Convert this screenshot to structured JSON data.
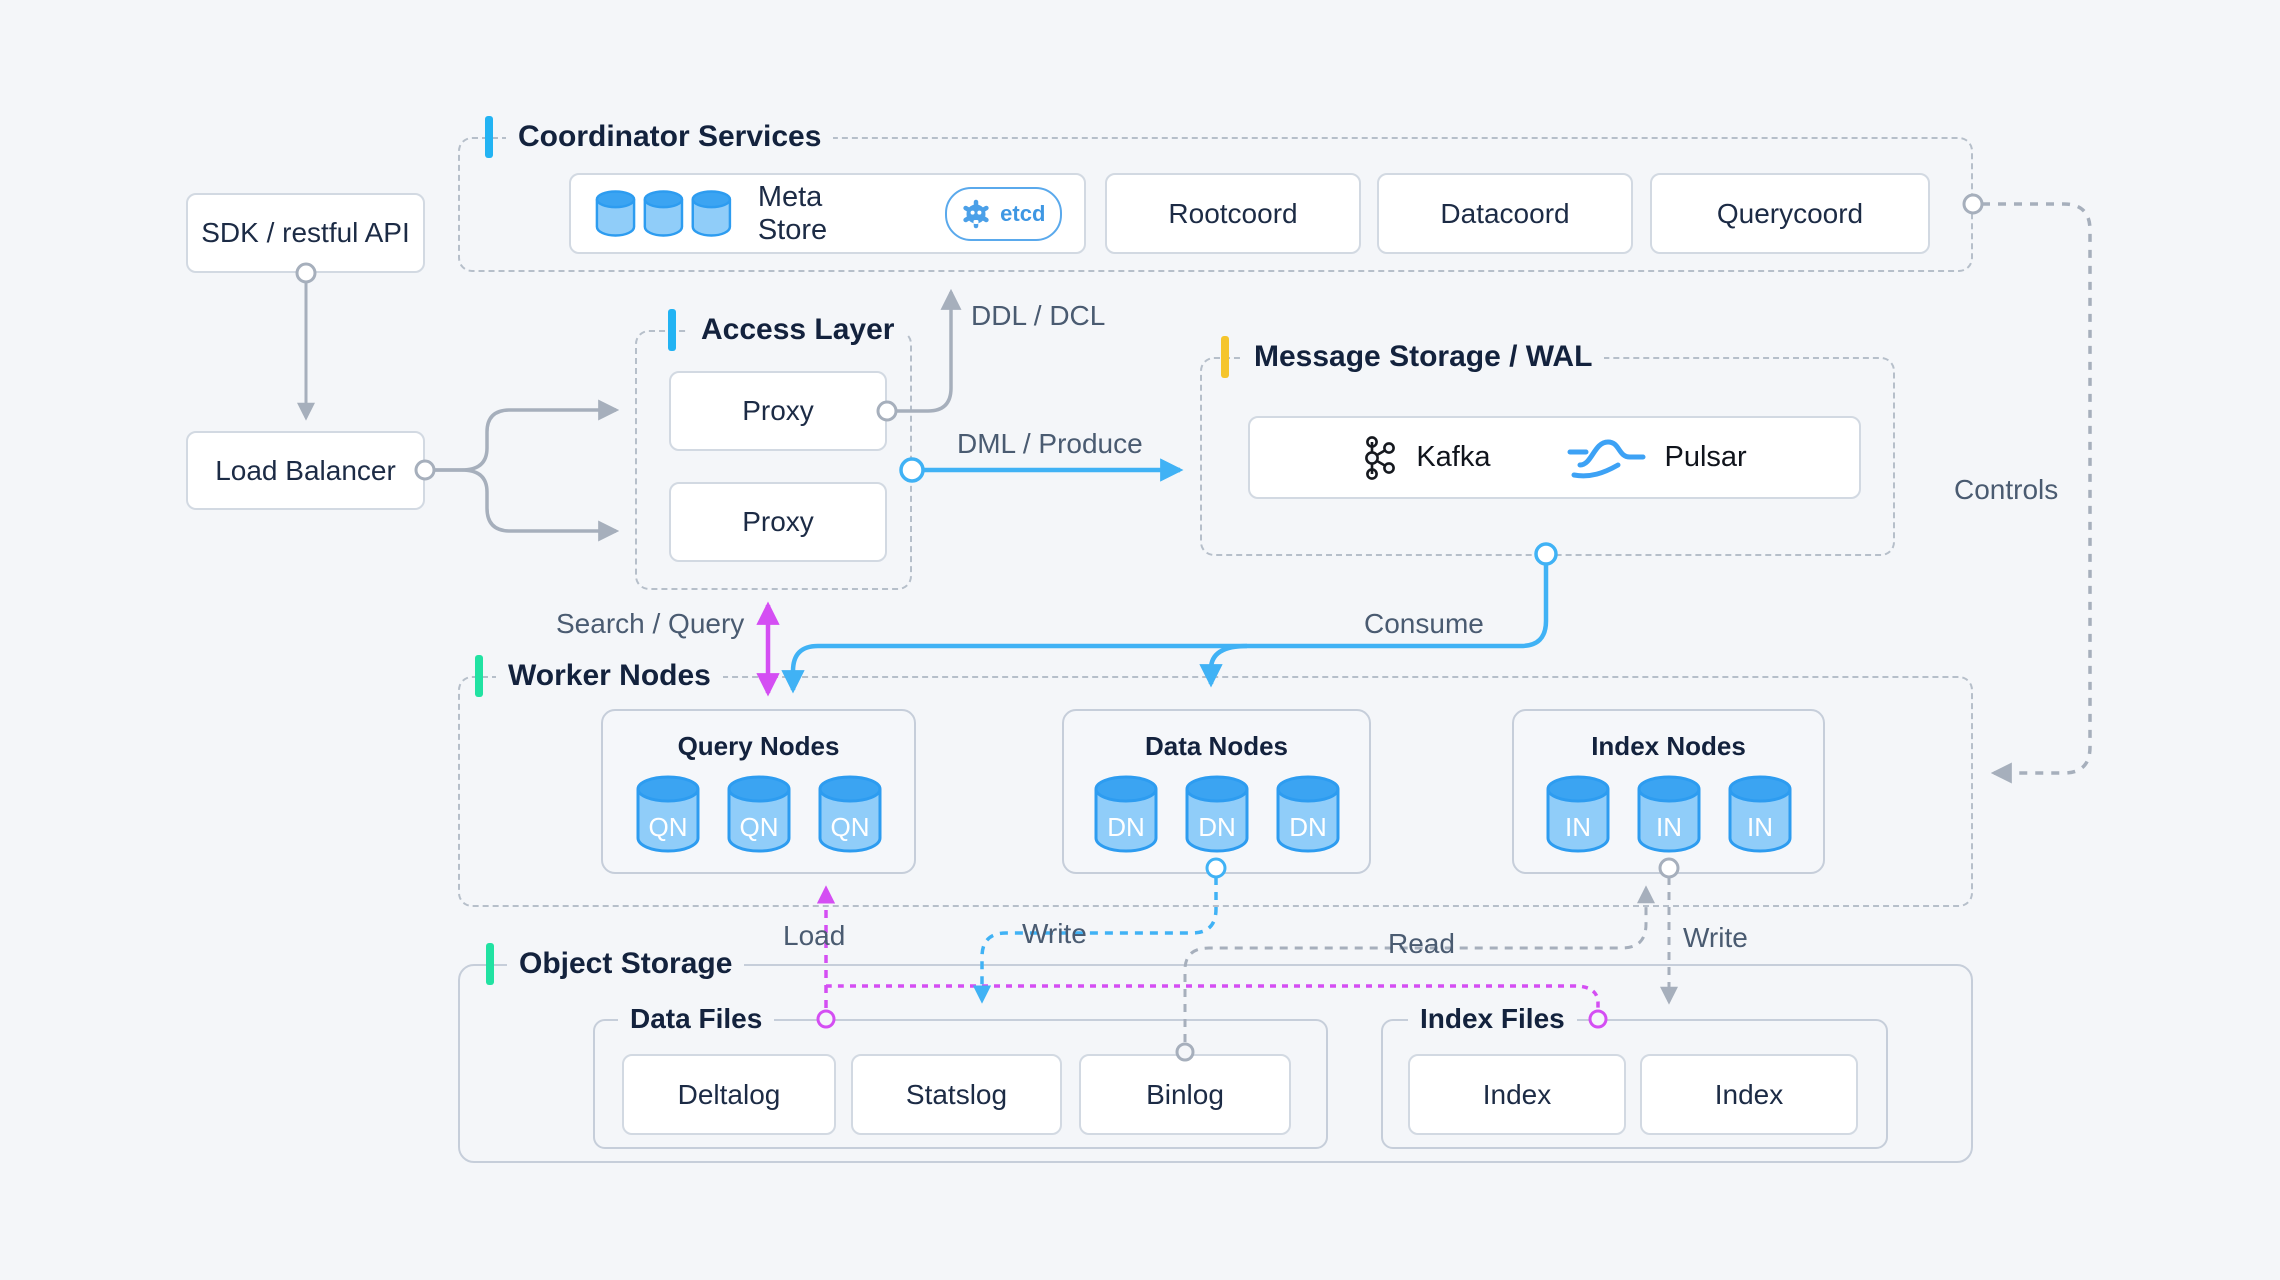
{
  "diagram": {
    "sdk": "SDK / restful API",
    "load_balancer": "Load Balancer",
    "coordinator": {
      "title": "Coordinator Services",
      "meta_store": "Meta Store",
      "etcd_badge": "etcd",
      "services": [
        "Rootcoord",
        "Datacoord",
        "Querycoord"
      ]
    },
    "access_layer": {
      "title": "Access Layer",
      "proxy1": "Proxy",
      "proxy2": "Proxy"
    },
    "message_storage": {
      "title": "Message Storage / WAL",
      "kafka": "Kafka",
      "pulsar": "Pulsar"
    },
    "worker_nodes": {
      "title": "Worker Nodes",
      "query": {
        "title": "Query Nodes",
        "node": "QN"
      },
      "data": {
        "title": "Data Nodes",
        "node": "DN"
      },
      "index": {
        "title": "Index Nodes",
        "node": "IN"
      }
    },
    "object_storage": {
      "title": "Object Storage",
      "data_files": {
        "title": "Data Files",
        "items": [
          "Deltalog",
          "Statslog",
          "Binlog"
        ]
      },
      "index_files": {
        "title": "Index Files",
        "items": [
          "Index",
          "Index"
        ]
      }
    },
    "edges": {
      "ddl": "DDL / DCL",
      "dml": "DML / Produce",
      "search": "Search / Query",
      "consume": "Consume",
      "controls": "Controls",
      "load": "Load",
      "write_data": "Write",
      "read": "Read",
      "write_index": "Write"
    },
    "colors": {
      "accent_blue": "#22b3f3",
      "accent_yellow": "#f5c52c",
      "accent_green": "#21e2a2",
      "line_gray": "#a6afbc",
      "line_blue": "#40b2f5",
      "line_magenta": "#d44ef3"
    }
  }
}
